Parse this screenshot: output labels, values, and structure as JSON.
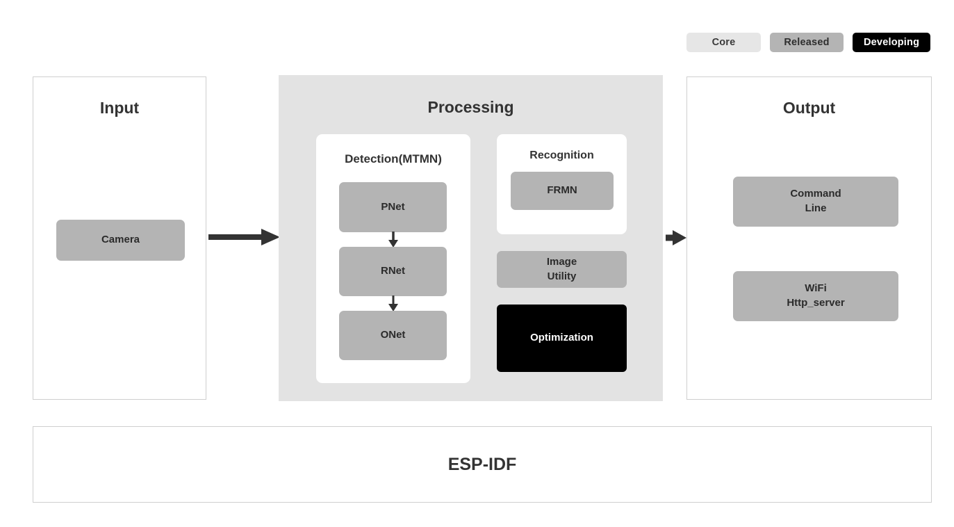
{
  "legend": {
    "items": [
      {
        "label": "Core",
        "color": "#e6e6e6"
      },
      {
        "label": "Released",
        "color": "#b4b4b4"
      },
      {
        "label": "Developing",
        "color": "#000000"
      }
    ]
  },
  "panels": {
    "input": {
      "title": "Input",
      "nodes": [
        {
          "label": "Camera",
          "status": "Released"
        }
      ]
    },
    "processing": {
      "title": "Processing",
      "detection": {
        "title": "Detection(MTMN)",
        "nodes": [
          {
            "label": "PNet",
            "status": "Released"
          },
          {
            "label": "RNet",
            "status": "Released"
          },
          {
            "label": "ONet",
            "status": "Released"
          }
        ]
      },
      "recognition": {
        "title": "Recognition",
        "nodes": [
          {
            "label": "FRMN",
            "status": "Released"
          }
        ]
      },
      "extras": [
        {
          "label": "Image\nUtility",
          "status": "Released"
        },
        {
          "label": "Optimization",
          "status": "Developing"
        }
      ]
    },
    "output": {
      "title": "Output",
      "nodes": [
        {
          "label": "Command\nLine",
          "status": "Released"
        },
        {
          "label": "WiFi\nHttp_server",
          "status": "Released"
        }
      ]
    },
    "foundation": {
      "title": "ESP-IDF"
    }
  },
  "colors": {
    "core": "#e6e6e6",
    "released": "#b4b4b4",
    "developing": "#000000",
    "processing_bg": "#e3e3e3",
    "panel_border": "#cfcfcf",
    "arrow": "#333333",
    "text_dark": "#333333",
    "text_light": "#ffffff"
  }
}
